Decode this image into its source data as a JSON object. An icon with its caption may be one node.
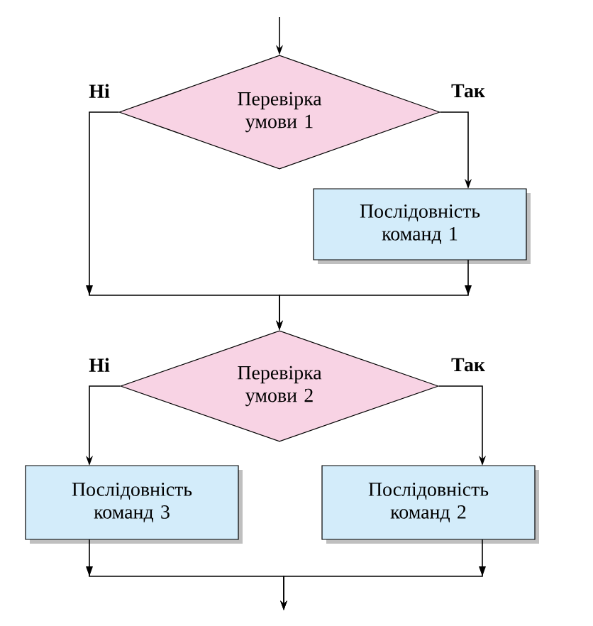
{
  "diagram": {
    "nodes": [
      {
        "text": [
          "Перевірка умови 1"
        ]
      },
      {
        "text": [
          "Послідовність команд 1"
        ]
      },
      {
        "text": [
          "Перевірка умови 2"
        ]
      },
      {
        "text": [
          "Послідовність команд 3"
        ]
      },
      {
        "text": [
          "Послідовність команд 2"
        ]
      }
    ],
    "edges": [
      {
        "from": null,
        "to": 0,
        "arrow": "to"
      },
      {
        "from": 0,
        "to": 1,
        "arrow": "to",
        "label": "Так"
      },
      {
        "from": 0,
        "to": 2,
        "arrow": "to",
        "label": "Ні"
      },
      {
        "from": 1,
        "to": 2,
        "arrow": "to"
      },
      {
        "from": 2,
        "to": 3,
        "arrow": "to",
        "label": "Ні"
      },
      {
        "from": 2,
        "to": 4,
        "arrow": "to",
        "label": "Так"
      },
      {
        "from": 3,
        "to": null,
        "arrow": "to"
      },
      {
        "from": 4,
        "to": null,
        "arrow": "to"
      }
    ]
  }
}
